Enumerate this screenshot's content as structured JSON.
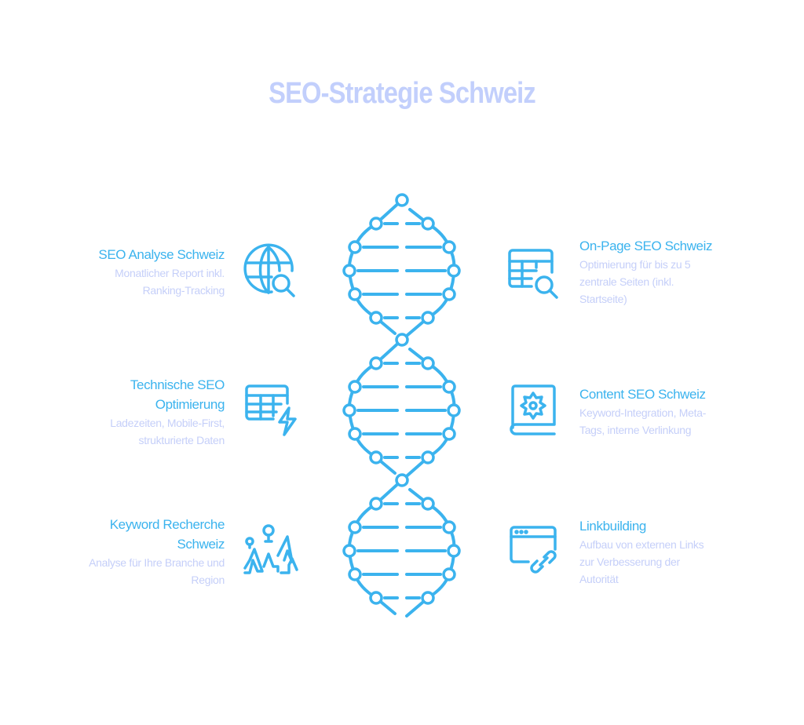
{
  "title": "SEO-Strategie Schweiz",
  "colors": {
    "title": "#c2cffc",
    "accent": "#3bb3ee",
    "description": "#c5cff9",
    "background": "#ffffff"
  },
  "left_items": [
    {
      "icon": "globe-search-icon",
      "title": "SEO Analyse Schweiz",
      "description": "Monatlicher Report inkl. Ranking-Tracking"
    },
    {
      "icon": "table-lightning-icon",
      "title": "Technische SEO Optimierung",
      "description": "Ladezeiten, Mobile-First, strukturierte Daten"
    },
    {
      "icon": "map-pins-trees-icon",
      "title": "Keyword Recherche Schweiz",
      "description": "Analyse für Ihre Branche und Region"
    }
  ],
  "right_items": [
    {
      "icon": "table-search-icon",
      "title": "On-Page SEO Schweiz",
      "description": "Optimierung für bis zu 5 zentrale Seiten (inkl. Startseite)"
    },
    {
      "icon": "book-gear-icon",
      "title": "Content SEO Schweiz",
      "description": "Keyword-Integration, Meta-Tags, interne Verlinkung"
    },
    {
      "icon": "browser-link-icon",
      "title": "Linkbuilding",
      "description": "Aufbau von externen Links zur Verbesserung der Autorität"
    }
  ]
}
